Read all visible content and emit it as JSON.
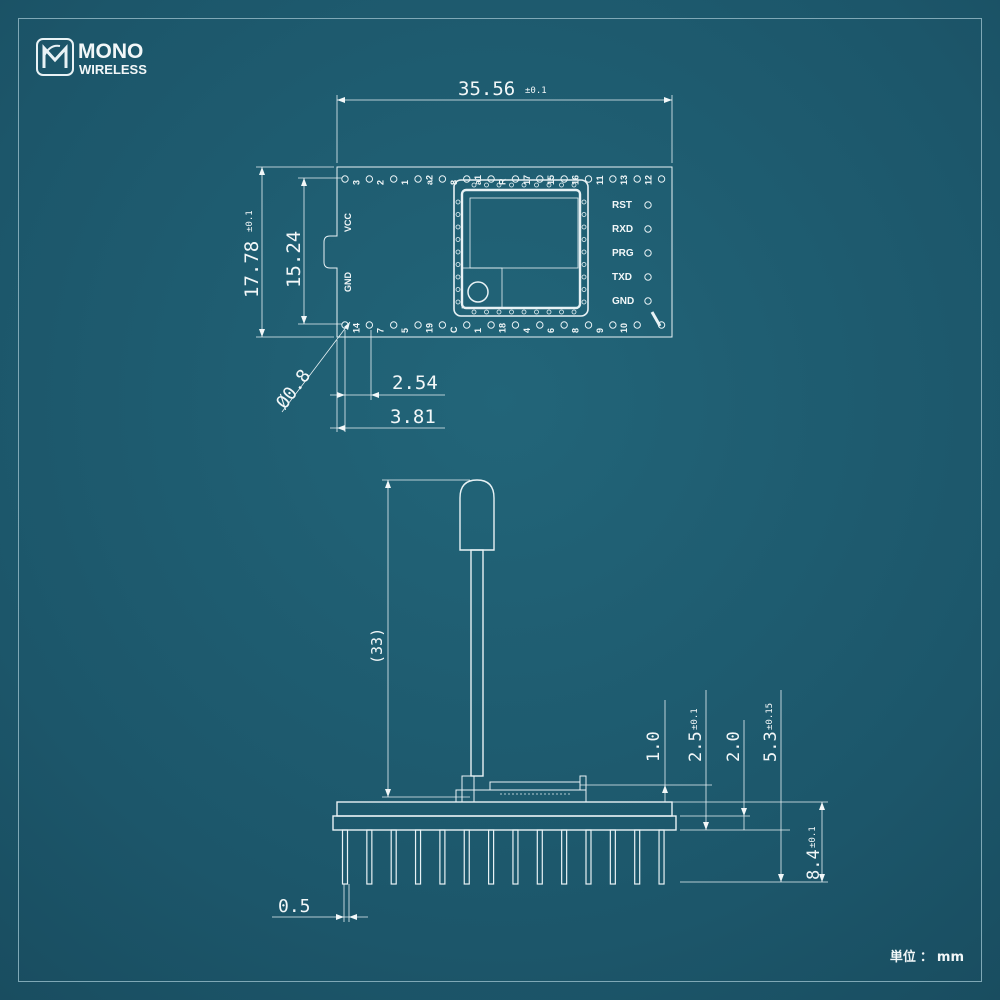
{
  "logo": {
    "word1": "MONO",
    "word2": "WIRELESS"
  },
  "top_view": {
    "width_dim": "35.56",
    "width_tol": "±0.1",
    "height_dim": "17.78",
    "height_tol": "±0.1",
    "inner_height_dim": "15.24",
    "hole_dim": "Ø0.8",
    "pitch_dim": "2.54",
    "offset_dim": "3.81",
    "left_labels": [
      "VCC",
      "GND"
    ],
    "right_labels": [
      "RST",
      "RXD",
      "PRG",
      "TXD",
      "GND"
    ],
    "top_pins": [
      "3",
      "2",
      "1",
      "a2",
      "8",
      "a1",
      "R",
      "17",
      "15",
      "16",
      "11",
      "13",
      "12"
    ],
    "bottom_pins": [
      "14",
      "7",
      "5",
      "19",
      "C",
      "1",
      "18",
      "4",
      "6",
      "8",
      "9",
      "10"
    ]
  },
  "side_view": {
    "antenna_dim": "(33)",
    "dim_1_0": "1.0",
    "dim_2_5": "2.5",
    "dim_2_5_tol": "±0.1",
    "dim_2_0": "2.0",
    "dim_5_3": "5.3",
    "dim_5_3_tol": "±0.15",
    "dim_8_4": "8.4",
    "dim_8_4_tol": "±0.1",
    "pin_dim": "0.5"
  },
  "unit": {
    "label": "単位",
    "sep": "：",
    "value": "mm"
  },
  "colors": {
    "background": "#1e5a6e",
    "ink": "#f2f7f8"
  }
}
